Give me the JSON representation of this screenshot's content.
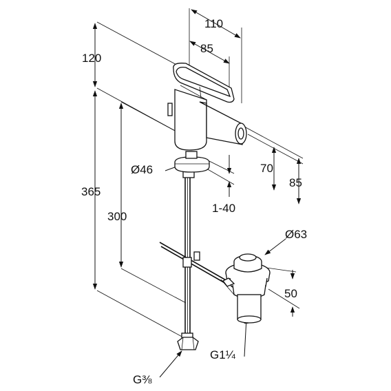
{
  "drawing": {
    "dimensions": {
      "d110": "110",
      "d85_top": "85",
      "d120": "120",
      "d365": "365",
      "d300": "300",
      "d46": "Ø46",
      "d70": "70",
      "d85_right": "85",
      "d1_40": "1-40",
      "d63": "Ø63",
      "d50": "50",
      "g114": "G1¼",
      "g38": "G⅜"
    }
  }
}
